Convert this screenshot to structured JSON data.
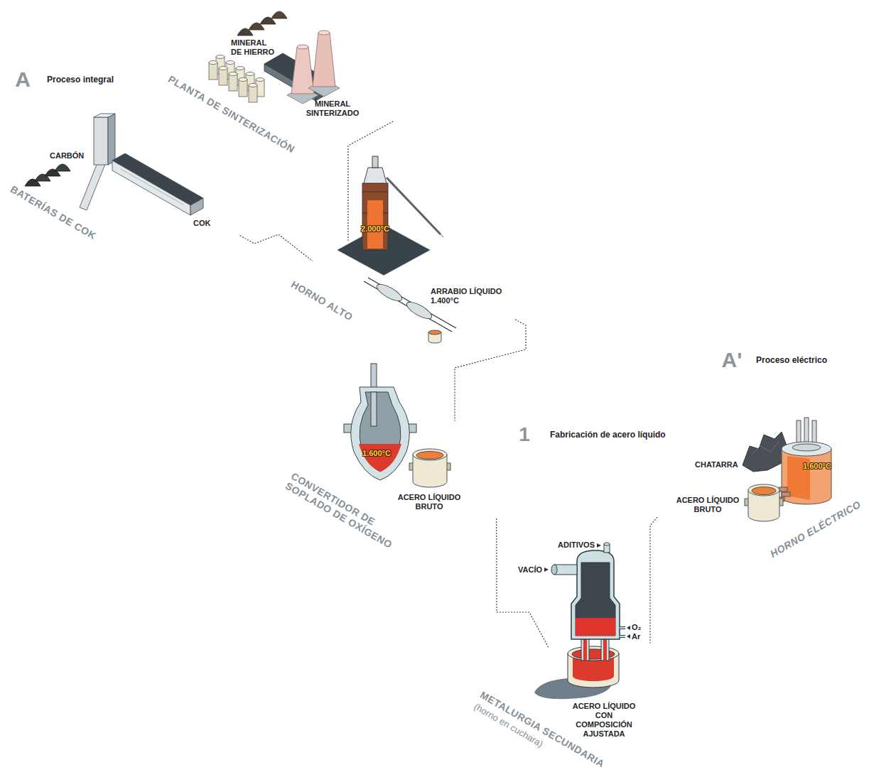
{
  "diagram": {
    "nodes": [
      {
        "text": [
          "A",
          "Proceso integral"
        ]
      },
      {
        "text": [
          "PLANTA DE SINTERIZACIÓN",
          "MINERAL DE HIERRO",
          "MINERAL SINTERIZADO"
        ]
      },
      {
        "text": [
          "BATERÍAS DE COK",
          "CARBÓN",
          "COK"
        ]
      },
      {
        "text": [
          "HORNO ALTO",
          "2.000°C",
          "ARRABIO LÍQUIDO 1.400°C"
        ]
      },
      {
        "text": [
          "A'",
          "Proceso eléctrico"
        ]
      },
      {
        "text": [
          "1",
          "Fabricación de acero líquido"
        ]
      },
      {
        "text": [
          "CONVERTIDOR DE SOPLADO DE OXÍGENO",
          "1.600°C",
          "ACERO LÍQUIDO BRUTO"
        ]
      },
      {
        "text": [
          "HORNO ELÉCTRICO",
          "CHATARRA",
          "1.600°C",
          "ACERO LÍQUIDO BRUTO"
        ]
      },
      {
        "text": [
          "METALURGIA SECUNDARIA",
          "(horno en cuchara)",
          "ACERO LÍQUIDO CON COMPOSICIÓN AJUSTADA"
        ]
      }
    ],
    "edges": [
      {
        "from": 1,
        "to": 3,
        "arrow": "none"
      },
      {
        "from": 2,
        "to": 3,
        "arrow": "none"
      },
      {
        "from": 3,
        "to": 6,
        "arrow": "none"
      },
      {
        "from": 6,
        "to": 8,
        "arrow": "none"
      },
      {
        "from": 7,
        "to": 8,
        "arrow": "none"
      }
    ],
    "labels": [
      "ADITIVOS",
      "VACÍO",
      "O₂",
      "Ar"
    ]
  }
}
